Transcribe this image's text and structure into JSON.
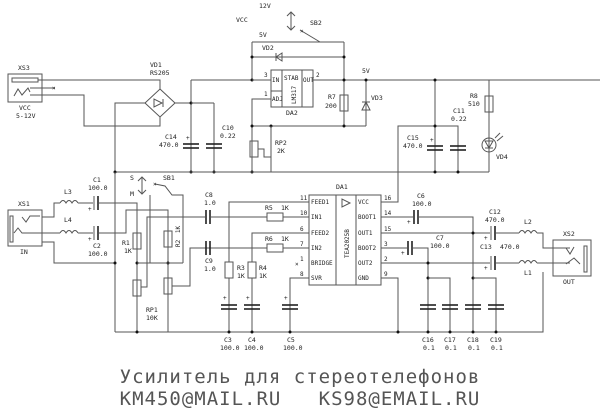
{
  "diagram": {
    "title_line1": "Усилитель для стереотелефонов",
    "title_line2": "KM450@MAIL.RU   KS98@EMAIL.RU",
    "power": {
      "xs3": {
        "name": "XS3",
        "label": "VCC",
        "range": "5-12V"
      },
      "vd1": {
        "name": "VD1",
        "part": "RS205"
      },
      "c14": {
        "name": "C14",
        "value": "470.0"
      },
      "c10": {
        "name": "C10",
        "value": "0.22"
      },
      "vd2": {
        "name": "VD2"
      },
      "sb2": {
        "name": "SB2",
        "vcc": "VCC",
        "v_high": "12V",
        "v_low": "5V"
      },
      "da2": {
        "name": "DA2",
        "part": "LM317",
        "pin_in": "IN",
        "pin_out": "OUT",
        "pin_adj": "ADJ",
        "stab": "STAB",
        "pin3": "3",
        "pin2": "2",
        "pin1": "1"
      },
      "r7": {
        "name": "R7",
        "value": "200"
      },
      "vd3": {
        "name": "VD3"
      },
      "rp2": {
        "name": "RP2",
        "value": "2K"
      },
      "rail": "5V",
      "c15": {
        "name": "C15",
        "value": "470.0"
      },
      "c11": {
        "name": "C11",
        "value": "0.22"
      },
      "r8": {
        "name": "R8",
        "value": "510"
      },
      "vd4": {
        "name": "VD4"
      }
    },
    "input": {
      "xs1": {
        "name": "XS1",
        "label": "IN"
      },
      "l3": "L3",
      "l4": "L4",
      "c1": {
        "name": "C1",
        "value": "100.0"
      },
      "c2": {
        "name": "C2",
        "value": "100.0"
      },
      "sb1": {
        "name": "SB1",
        "s": "S",
        "m": "M"
      },
      "r1": {
        "name": "R1",
        "value": "1K"
      },
      "r2": {
        "name": "R2",
        "value": "1K"
      },
      "rp1": {
        "name": "RP1",
        "value": "10K"
      }
    },
    "amp": {
      "da1": {
        "name": "DA1",
        "part": "TEA2025B"
      },
      "pins_left": [
        {
          "num": "11",
          "label": "FEED1"
        },
        {
          "num": "10",
          "label": "IN1"
        },
        {
          "num": "6",
          "label": "FEED2"
        },
        {
          "num": "7",
          "label": "IN2"
        },
        {
          "num": "1",
          "label": "BRIDGE"
        },
        {
          "num": "8",
          "label": "SVR"
        }
      ],
      "pins_right": [
        {
          "num": "16",
          "label": "VCC"
        },
        {
          "num": "14",
          "label": "BOOT1"
        },
        {
          "num": "15",
          "label": "OUT1"
        },
        {
          "num": "3",
          "label": "BOOT2"
        },
        {
          "num": "2",
          "label": "OUT2"
        },
        {
          "num": "9",
          "label": "GND"
        }
      ],
      "c8": {
        "name": "C8",
        "value": "1.0"
      },
      "c9": {
        "name": "C9",
        "value": "1.0"
      },
      "r5": {
        "name": "R5",
        "value": "1K"
      },
      "r6": {
        "name": "R6",
        "value": "1K"
      },
      "r3": {
        "name": "R3",
        "value": "1K"
      },
      "r4": {
        "name": "R4",
        "value": "1K"
      },
      "c3": {
        "name": "C3",
        "value": "100.0"
      },
      "c4": {
        "name": "C4",
        "value": "100.0"
      },
      "c5": {
        "name": "C5",
        "value": "100.0"
      }
    },
    "output": {
      "c6": {
        "name": "C6",
        "value": "100.0"
      },
      "c7": {
        "name": "C7",
        "value": "100.0"
      },
      "c12": {
        "name": "C12",
        "value": "470.0"
      },
      "c13": {
        "name": "C13",
        "value": "470.0"
      },
      "l1": "L1",
      "l2": "L2",
      "xs2": {
        "name": "XS2",
        "label": "OUT"
      },
      "c16": {
        "name": "C16",
        "value": "0.1"
      },
      "c17": {
        "name": "C17",
        "value": "0.1"
      },
      "c18": {
        "name": "C18",
        "value": "0.1"
      },
      "c19": {
        "name": "C19",
        "value": "0.1"
      }
    }
  }
}
